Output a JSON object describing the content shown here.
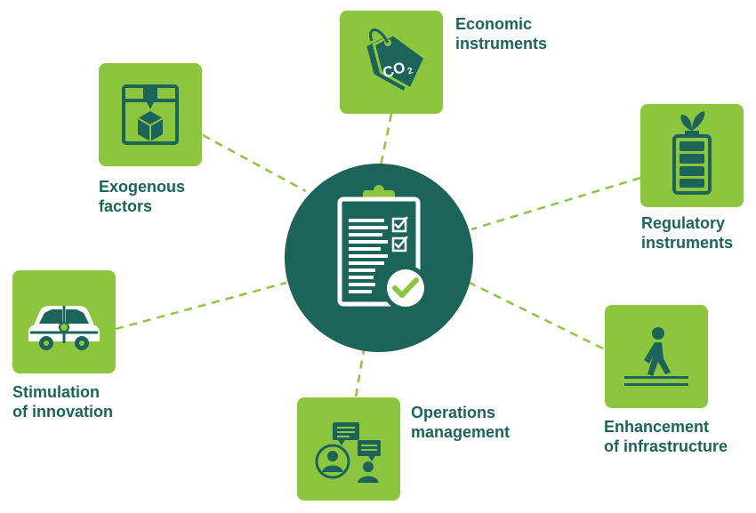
{
  "colors": {
    "tile_green": "#8cc63f",
    "dark_teal": "#1c6459",
    "connector": "#8cc63f",
    "text": "#1c6459"
  },
  "hub": {
    "icon": "clipboard-checklist-icon"
  },
  "nodes": [
    {
      "id": "economic",
      "label": "Economic\ninstruments",
      "icon": "co2-price-tag-icon"
    },
    {
      "id": "regulatory",
      "label": "Regulatory\ninstruments",
      "icon": "battery-leaf-icon"
    },
    {
      "id": "infrastructure",
      "label": "Enhancement\nof infrastructure",
      "icon": "pedestrian-walking-icon"
    },
    {
      "id": "operations",
      "label": "Operations\nmanagement",
      "icon": "people-chat-icon"
    },
    {
      "id": "innovation",
      "label": "Stimulation\nof innovation",
      "icon": "puzzle-car-icon"
    },
    {
      "id": "exogenous",
      "label": "Exogenous\nfactors",
      "icon": "3d-printer-icon"
    }
  ]
}
